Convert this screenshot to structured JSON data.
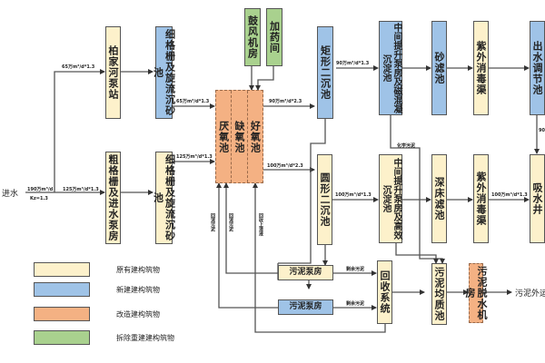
{
  "title": "污水处理厂工艺流程图",
  "colors": {
    "existing": "#fdf1cb",
    "new": "#9fc3e7",
    "rebuild": "#f4b183",
    "demolish": "#a9d18e",
    "line": "#444444"
  },
  "inlet": {
    "label": "进水",
    "flow": "190万m³/d",
    "kz": "Kz=1.3"
  },
  "units": {
    "pump_station": "柏家河泵站",
    "fine_screen_top": "细格栅及旋流沉砂池",
    "coarse_screen": "粗格栅及进水泵房",
    "fine_screen_bottom": "细格栅及旋流沉砂池",
    "blower": "鼓风机房",
    "dosing": "加药间",
    "bio_tank": [
      "厌氧池",
      "缺氧池",
      "好氧池"
    ],
    "rect_clarifier": "矩形二沉池",
    "round_clarifier": "圆形二沉池",
    "mid_lift_top": "中间提升泵房及磁混凝沉淀池",
    "sand_filter": "砂滤池",
    "uv_top": "紫外消毒渠",
    "outlet_tank": "出水调节池",
    "mid_lift_bottom": "中间提升泵房及高效沉淀池",
    "deep_bed_filter": "深床滤池",
    "uv_bottom": "紫外消毒渠",
    "suction_well": "吸水井",
    "sludge_pump_1": "污泥泵房",
    "sludge_pump_2": "污泥泵房",
    "recovery": "回收系统",
    "sludge_thickener": "污泥均质池",
    "dewatering": "污泥脱水机房",
    "sludge_out": "污泥外运"
  },
  "flows": {
    "to_pump_station": "65万m³/d*1.3",
    "to_coarse": "125万m³/d*1.3",
    "fine_top_out": "65万m³/d*1.3",
    "fine_bottom_out": "125万m³/d*1.3",
    "bio_to_rect": "90万m³/d*2.3",
    "bio_to_round": "100万m³/d*2.3",
    "rect_to_mid": "90万m³/d*1.3",
    "round_to_mid": "100万m³/d*1.3",
    "uv_to_well": "100万m³/d*1.3",
    "outlet_to_well": "90",
    "chem_sludge": "化学污泥",
    "return_sludge_1": "回流污泥",
    "return_sludge_2": "回流污泥",
    "return_supernatant": "回收上清液",
    "excess_sludge_1": "剩余污泥",
    "excess_sludge_2": "剩余污泥"
  },
  "legend": [
    {
      "label": "原有建构筑物",
      "type": "existing"
    },
    {
      "label": "新建建构筑物",
      "type": "new"
    },
    {
      "label": "改造建构筑物",
      "type": "rebuild"
    },
    {
      "label": "拆除重建建构筑物",
      "type": "demolish"
    }
  ]
}
